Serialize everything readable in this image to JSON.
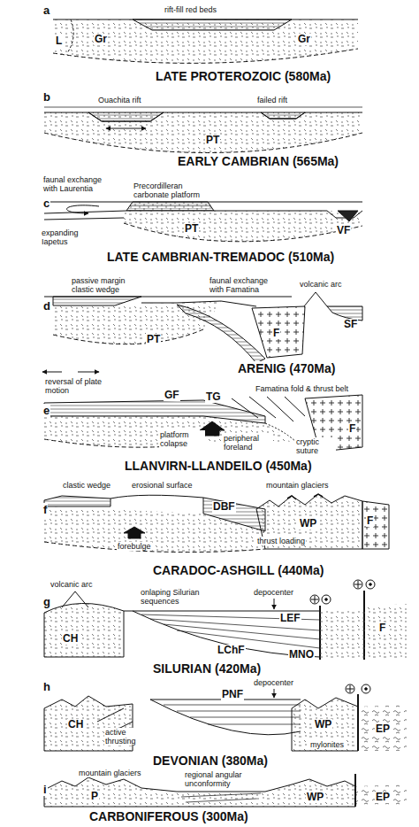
{
  "diagram": {
    "labels": [
      "a",
      "rift-fill red beds",
      "L",
      "Gr",
      "Gr",
      "LATE PROTEROZOIC (580Ma)",
      "b",
      "Ouachita rift",
      "failed rift",
      "PT",
      "EARLY CAMBRIAN (565Ma)",
      "faunal exchange with Laurentia",
      "Precordilleran carbonate platform",
      "c",
      "PT",
      "expanding Iapetus",
      "VF",
      "LATE CAMBRIAN-TREMADOC (510Ma)",
      "passive margin clastic wedge",
      "faunal exchange with Famatina",
      "volcanic arc",
      "d",
      "PT",
      "F",
      "SF",
      "ARENIG (470Ma)",
      "reversal of plate motion",
      "e",
      "GF",
      "TG",
      "Famatina fold & thrust belt",
      "platform colapse",
      "peripheral foreland",
      "cryptic suture",
      "F",
      "LLANVIRN-LLANDEILO (450Ma)",
      "clastic wedge",
      "erosional surface",
      "mountain glaciers",
      "DBF",
      "f",
      "WP",
      "F",
      "forebulge",
      "thrust loading",
      "CARADOC-ASHGILL (440Ma)",
      "volcanic arc",
      "onlaping Silurian sequences",
      "depocenter",
      "g",
      "LEF",
      "CH",
      "F",
      "LChF",
      "MNO",
      "SILURIAN (420Ma)",
      "h",
      "depocenter",
      "PNF",
      "CH",
      "active thrusting",
      "WP",
      "EP",
      "mylonites",
      "DEVONIAN (380Ma)",
      "mountain glaciers",
      "regional angular unconformity",
      "i",
      "P",
      "WP",
      "EP",
      "CARBONIFEROUS (300Ma)"
    ]
  }
}
